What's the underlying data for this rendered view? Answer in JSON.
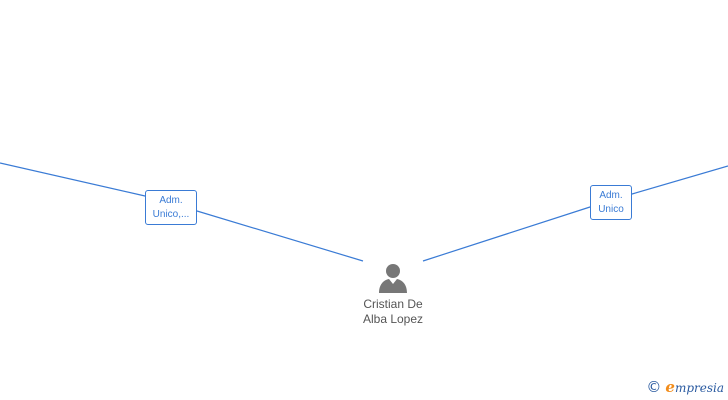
{
  "colors": {
    "edge": "#3a7bd5",
    "label_border": "#3a7bd5",
    "label_text": "#3a7bd5",
    "person_icon": "#777777",
    "person_text": "#555555",
    "brand_blue": "#2a5aa0",
    "brand_orange": "#f28c1a"
  },
  "edges": [
    {
      "label_line1": "Adm.",
      "label_line2": "Unico,..."
    },
    {
      "label_line1": "Adm.",
      "label_line2": "Unico"
    }
  ],
  "person": {
    "icon": "person-icon",
    "name_line1": "Cristian De",
    "name_line2": "Alba Lopez"
  },
  "brand": {
    "copyright_symbol": "©",
    "logo_initial": "e",
    "logo_rest": "mpresia",
    "logo_text": "empresia"
  }
}
